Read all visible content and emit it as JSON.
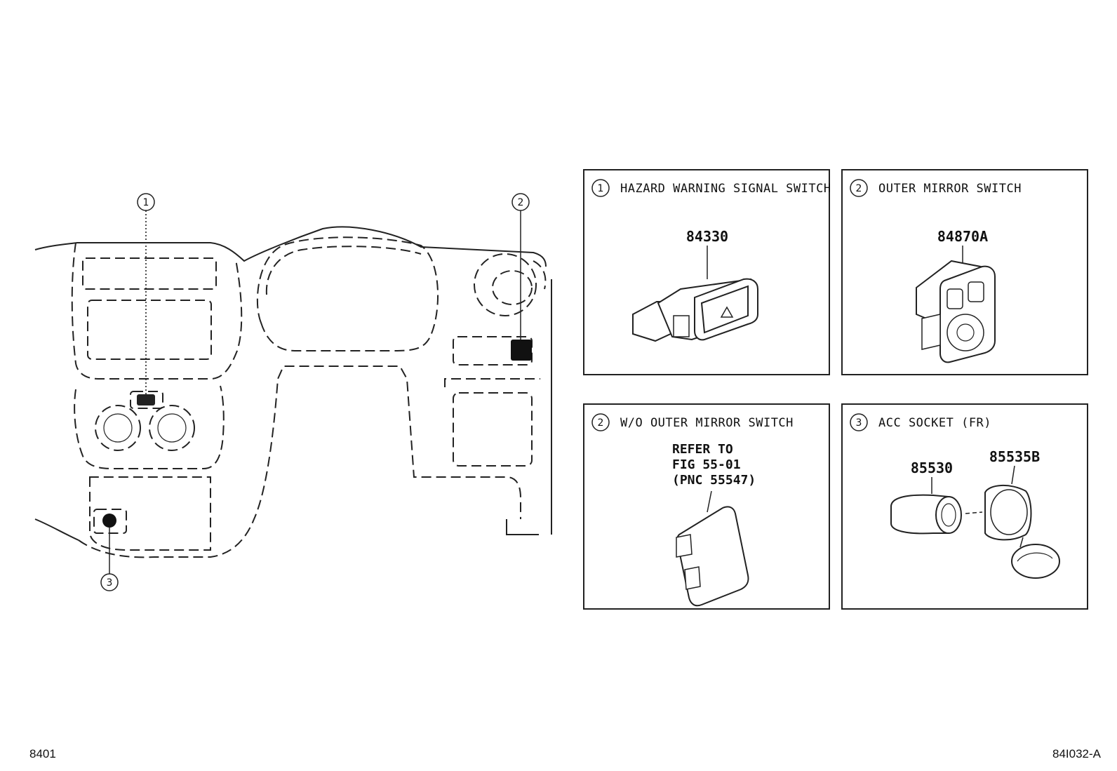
{
  "callouts": {
    "c1": "1",
    "c2": "2",
    "c3": "3"
  },
  "panels": [
    {
      "num": "1",
      "title": "HAZARD WARNING SIGNAL SWITCH",
      "parts": [
        "84330"
      ]
    },
    {
      "num": "2",
      "title": "OUTER MIRROR SWITCH",
      "parts": [
        "84870A"
      ]
    },
    {
      "num": "2",
      "title": "W/O OUTER MIRROR SWITCH",
      "refer": [
        "REFER TO",
        "FIG 55-01",
        "(PNC 55547)"
      ]
    },
    {
      "num": "3",
      "title": "ACC SOCKET (FR)",
      "parts": [
        "85530",
        "85535B"
      ]
    }
  ],
  "footer": {
    "left": "8401",
    "right": "84I032-A"
  },
  "icons": [
    "hazard-triangle-icon"
  ]
}
